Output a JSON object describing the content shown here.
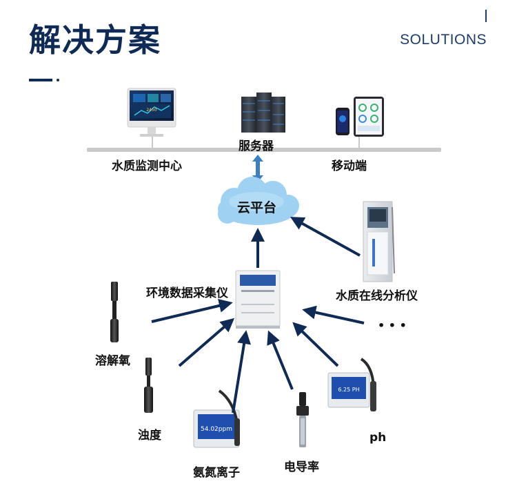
{
  "header": {
    "title": "解决方案",
    "subtitle": "SOLUTIONS"
  },
  "top_tier": {
    "monitoring_center": "水质监测中心",
    "server": "服务器",
    "mobile": "移动端",
    "screen_value": "2450"
  },
  "cloud": {
    "label": "云平台"
  },
  "collector": {
    "label": "环境数据采集仪"
  },
  "analyzer": {
    "label": "水质在线分析仪"
  },
  "sensors": {
    "dissolved_oxygen": "溶解氧",
    "turbidity": "浊度",
    "ammonia": "氨氮离子",
    "conductivity": "电导率",
    "ph": "ph",
    "more": "• • •"
  },
  "meter_readings": {
    "ammonia": "54.02ppm",
    "ph": "6.25 PH"
  },
  "colors": {
    "title": "#0e2a55",
    "arrow": "#0e2a55",
    "bus": "#c9c9c9",
    "cloud": "#9fd2f2",
    "cloud_arrow": "#3d7fc4"
  }
}
